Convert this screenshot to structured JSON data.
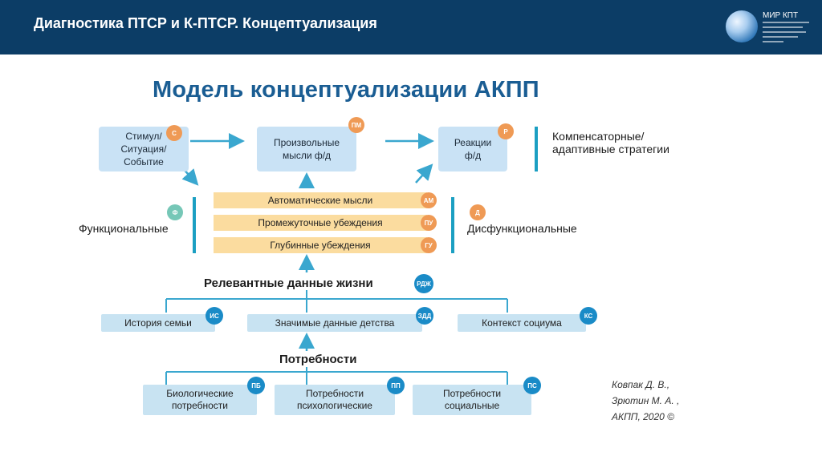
{
  "header": {
    "title": "Диагностика ПТСР и К-ПТСР. Концептуализация",
    "logo_text": "МИР КПТ"
  },
  "main_title": "Модель концептуализации АКПП",
  "top_boxes": [
    {
      "label": "Стимул/ Ситуация/ Событие",
      "badge": "С"
    },
    {
      "label": "Произвольные мысли ф/д",
      "badge": "ПМ"
    },
    {
      "label": "Реакции ф/д",
      "badge": "Р"
    }
  ],
  "compensatory_label": "Компенсаторные/ адаптивные стратегии",
  "functional": {
    "label": "Функциональные",
    "badge": "Ф"
  },
  "dysfunctional": {
    "label": "Дисфункциональные",
    "badge": "Д"
  },
  "beliefs": [
    {
      "label": "Автоматические мысли",
      "badge": "АМ"
    },
    {
      "label": "Промежуточные убеждения",
      "badge": "ПУ"
    },
    {
      "label": "Глубинные убеждения",
      "badge": "ГУ"
    }
  ],
  "relevant": {
    "label": "Релевантные данные жизни",
    "badge": "РДЖ"
  },
  "life_data": [
    {
      "label": "История семьи",
      "badge": "ИС"
    },
    {
      "label": "Значимые данные детства",
      "badge": "ЗДД"
    },
    {
      "label": "Контекст социума",
      "badge": "КС"
    }
  ],
  "needs": {
    "label": "Потребности"
  },
  "need_boxes": [
    {
      "label": "Биологические потребности",
      "badge": "ПБ"
    },
    {
      "label": "Потребности психологические",
      "badge": "ПП"
    },
    {
      "label": "Потребности социальные",
      "badge": "ПС"
    }
  ],
  "citation": {
    "line1": "Ковпак Д. В.,",
    "line2": "Зрютин М. А. ,",
    "line3": "АКПП, 2020 ©"
  }
}
